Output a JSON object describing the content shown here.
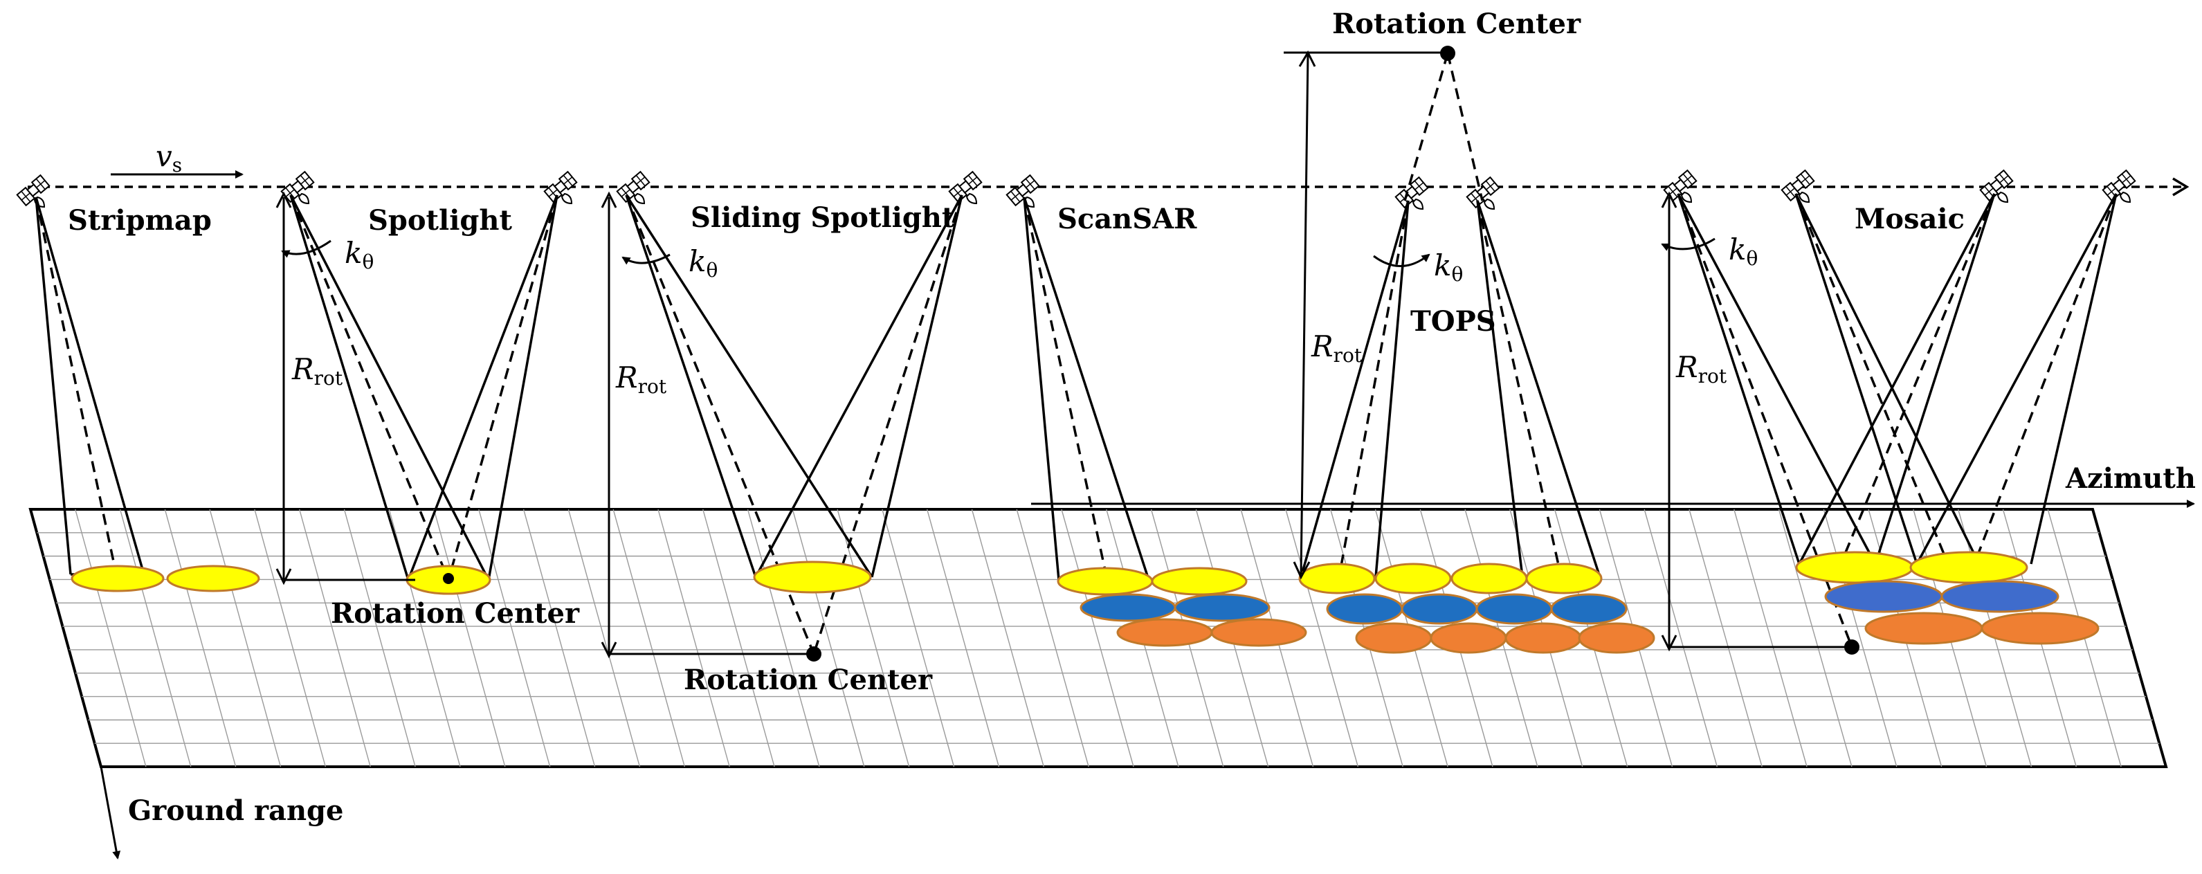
{
  "labels": {
    "stripmap": "Stripmap",
    "spotlight": "Spotlight",
    "sliding_spotlight": "Sliding Spotlight",
    "scansar": "ScanSAR",
    "tops": "TOPS",
    "mosaic": "Mosaic",
    "rotation_center_spot": "Rotation Center",
    "rotation_center_sliding": "Rotation Center",
    "rotation_center_tops": "Rotation Center",
    "azimuth": "Azimuth",
    "ground_range": "Ground range"
  },
  "math": {
    "vs_main": "v",
    "vs_sub": "s",
    "k_main": "k",
    "k_sub": "θ",
    "r_main": "R",
    "r_sub": "rot"
  },
  "colors": {
    "yellow": "#ffff00",
    "blue": "#1f6fc1",
    "orange": "#ef7f32",
    "outline": "#c0792a"
  },
  "icons": [
    "satellite-icon"
  ]
}
